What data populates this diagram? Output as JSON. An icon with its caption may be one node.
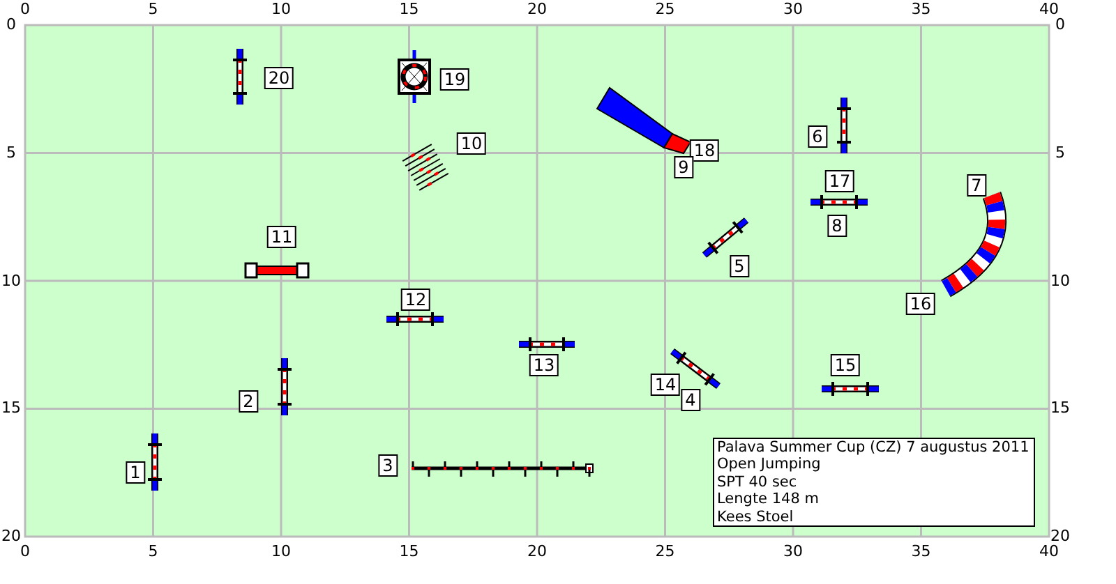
{
  "diagram": {
    "nodes": [
      {
        "text": [
          "Palava Summer Cup (CZ) 7 augustus 2011",
          "Open Jumping",
          "SPT 40 sec",
          "Lengte 148 m",
          "Kees Stoel"
        ]
      }
    ],
    "labels": [
      "0",
      "5",
      "10",
      "15",
      "20",
      "25",
      "30",
      "35",
      "40",
      "0",
      "5",
      "10",
      "15",
      "20",
      "0",
      "5",
      "10",
      "15",
      "20",
      "0",
      "5",
      "10",
      "15",
      "20",
      "25",
      "30",
      "35",
      "40",
      "20",
      "19",
      "6",
      "10",
      "18",
      "9",
      "17",
      "7",
      "8",
      "11",
      "5",
      "12",
      "16",
      "13",
      "15",
      "2",
      "14",
      "4",
      "1",
      "3"
    ]
  }
}
